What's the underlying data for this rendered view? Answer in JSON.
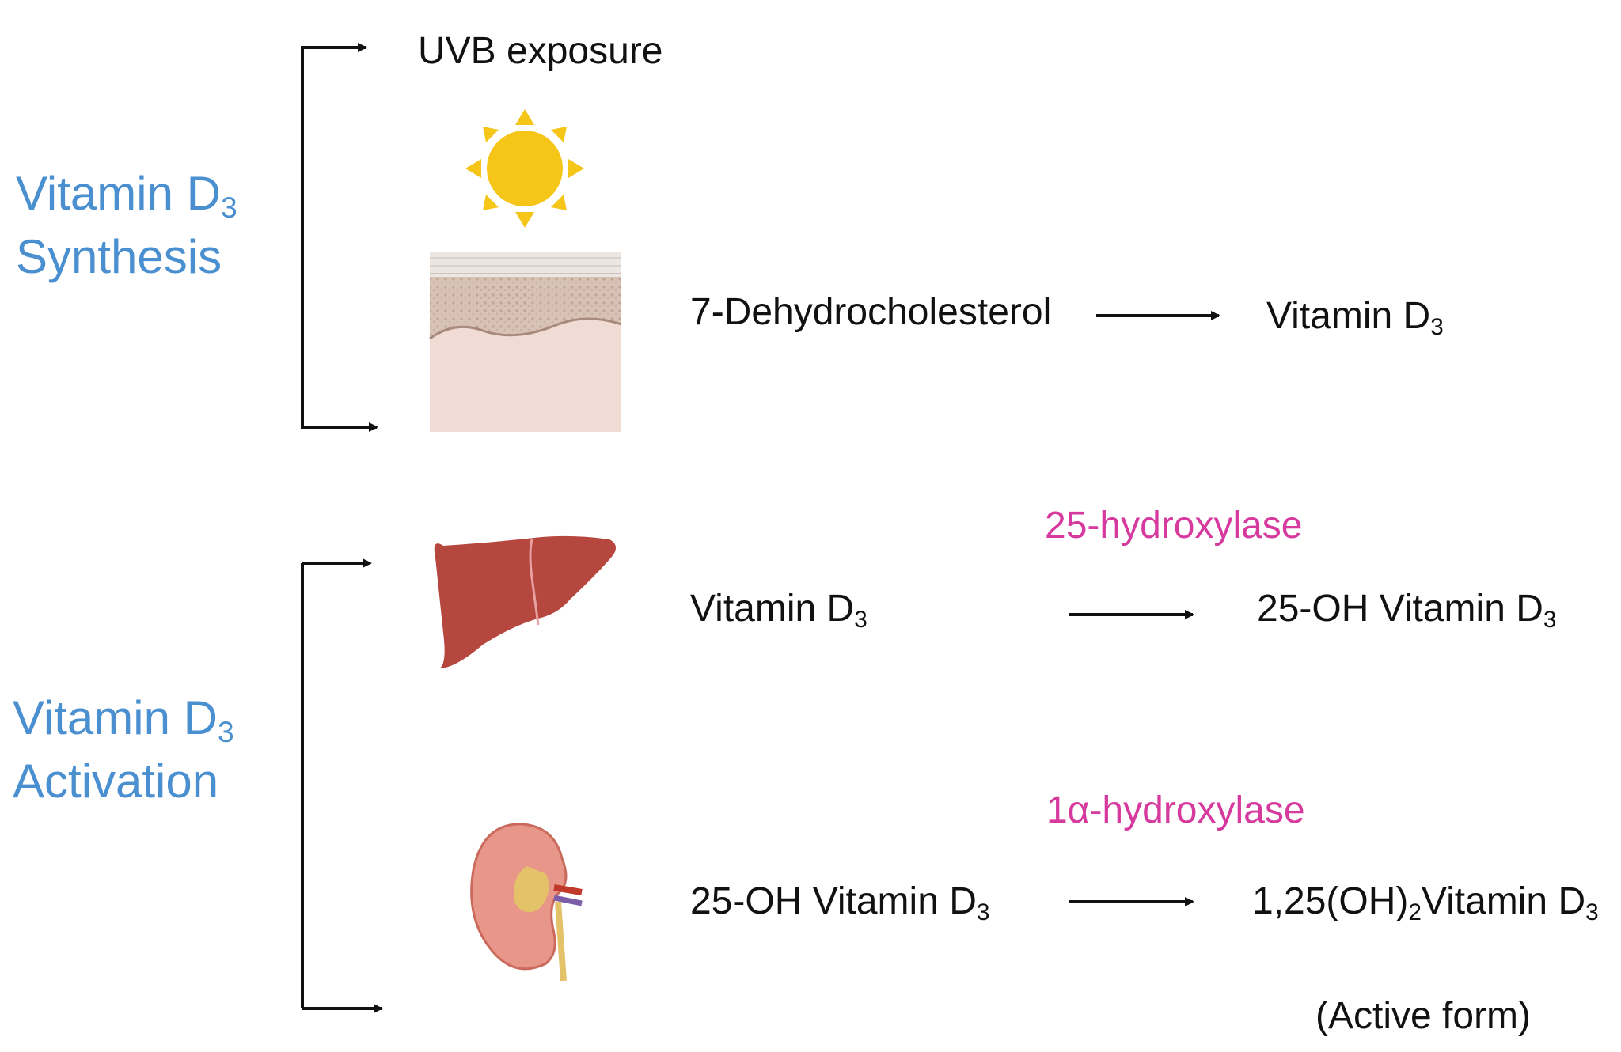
{
  "sections": {
    "synthesis": {
      "line1": "Vitamin D",
      "line1_sub": "3",
      "line2": "Synthesis"
    },
    "activation": {
      "line1": "Vitamin D",
      "line1_sub": "3",
      "line2": "Activation"
    }
  },
  "uvb": {
    "label": "UVB exposure"
  },
  "synthesis_step": {
    "substrate": "7-Dehydrocholesterol",
    "product": "Vitamin D",
    "product_sub": "3"
  },
  "liver_step": {
    "enzyme": "25-hydroxylase",
    "substrate": "Vitamin D",
    "substrate_sub": "3",
    "product": "25-OH Vitamin D",
    "product_sub": "3"
  },
  "kidney_step": {
    "enzyme": "1α-hydroxylase",
    "substrate": "25-OH Vitamin D",
    "substrate_sub": "3",
    "product_prefix": "1,25(OH)",
    "product_sub1": "2",
    "product_mid": "Vitamin D",
    "product_sub2": "3",
    "note": "(Active form)"
  },
  "colors": {
    "section_title": "#4a8fcf",
    "enzyme": "#d63a9e",
    "text": "#111111",
    "sun": "#f5c518"
  },
  "icons": [
    "sun-icon",
    "skin-icon",
    "liver-icon",
    "kidney-icon"
  ]
}
